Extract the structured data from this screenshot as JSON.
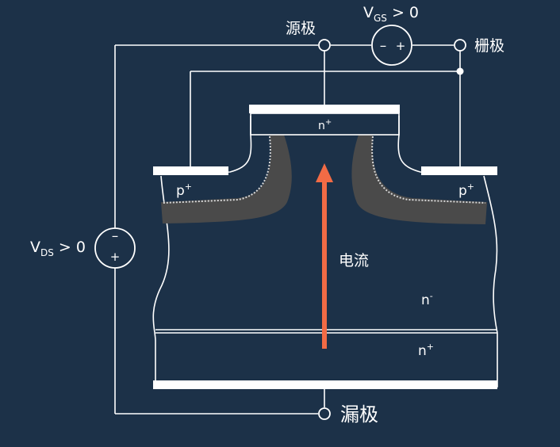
{
  "labels": {
    "source": "源极",
    "gate": "栅极",
    "drain": "漏极",
    "current": "电流",
    "n_plus_top": "n",
    "n_plus_top_sup": "+",
    "p_plus_left": "p",
    "p_plus_left_sup": "+",
    "p_plus_right": "p",
    "p_plus_right_sup": "+",
    "n_minus": "n",
    "n_minus_sup": "-",
    "n_plus_bottom": "n",
    "n_plus_bottom_sup": "+"
  },
  "vgs": {
    "v": "V",
    "sub": "GS",
    "rest": " > 0",
    "minus": "–",
    "plus": "+"
  },
  "vds": {
    "v": "V",
    "sub": "DS",
    "rest": " > 0",
    "minus": "–",
    "plus": "+"
  },
  "colors": {
    "background": "#1c3148",
    "wire": "#ffffff",
    "arrow": "#f26b45",
    "depletion": "#4a4a4a",
    "dots": "#d8d8d8"
  }
}
